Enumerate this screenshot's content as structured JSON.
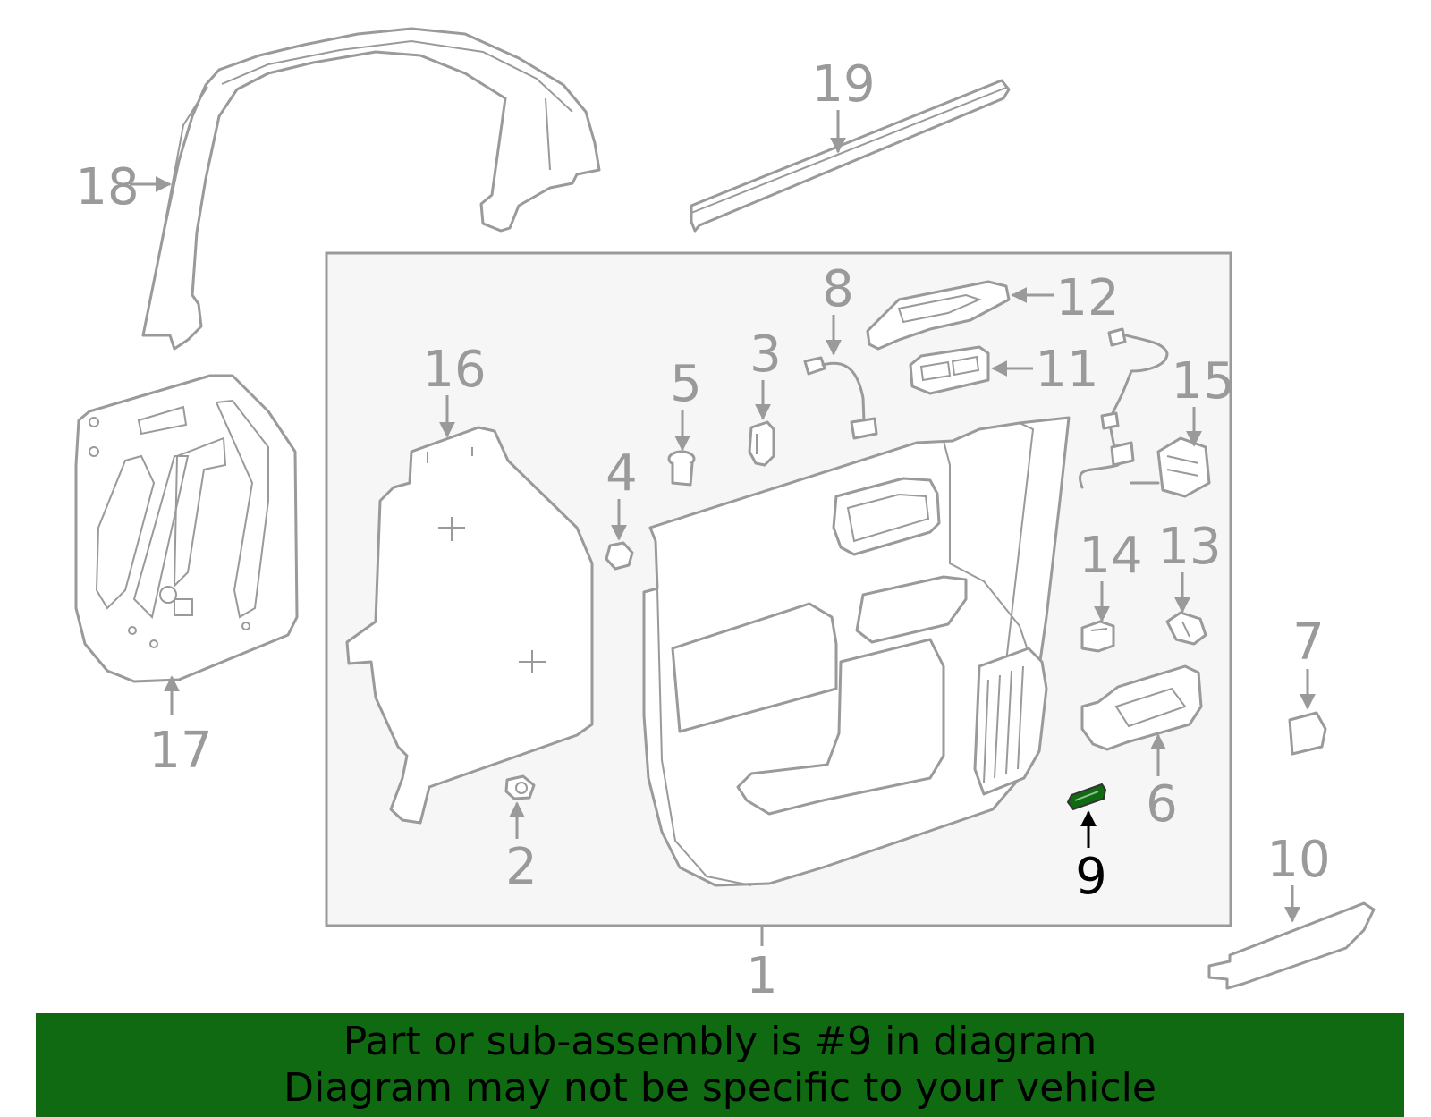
{
  "diagram": {
    "highlighted_part": "9",
    "callouts": [
      "1",
      "2",
      "3",
      "4",
      "5",
      "6",
      "7",
      "8",
      "9",
      "10",
      "11",
      "12",
      "13",
      "14",
      "15",
      "16",
      "17",
      "18",
      "19"
    ],
    "highlight_color": "#0f6a12"
  },
  "banner": {
    "line1": "Part or sub-assembly is #9 in diagram",
    "line2": "Diagram may not be specific to your vehicle",
    "background": "#0f6a12"
  }
}
